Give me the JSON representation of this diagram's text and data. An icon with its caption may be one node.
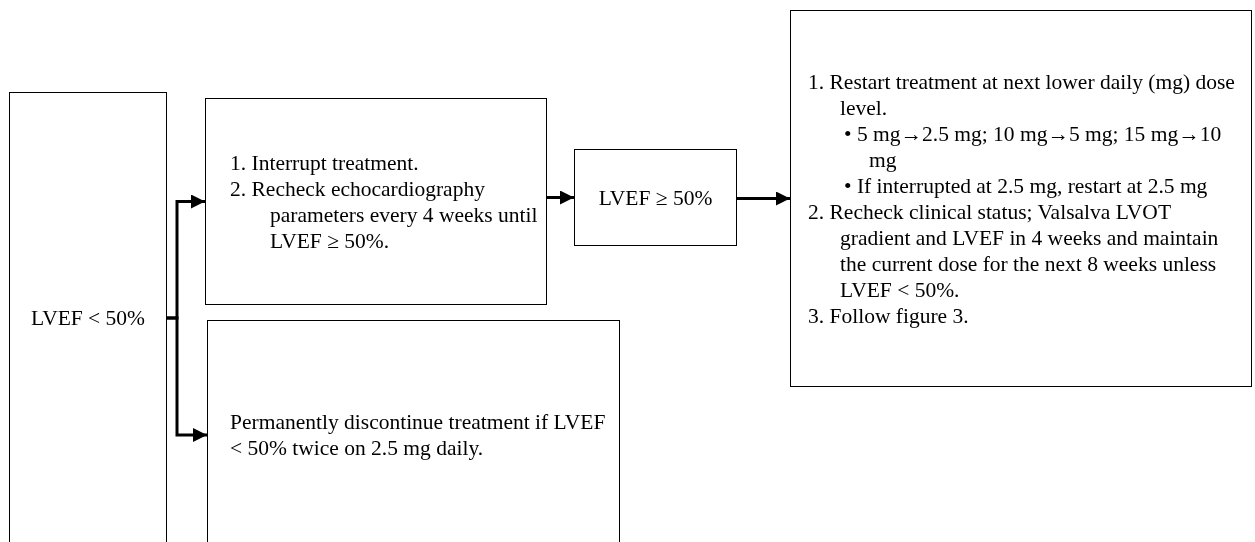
{
  "diagram": {
    "nodes": [
      {
        "text": [
          "LVEF < 50%"
        ]
      },
      {
        "text": [
          "1. Interrupt treatment.",
          "2. Recheck echocardiography parameters every 4 weeks until LVEF ≥ 50%."
        ]
      },
      {
        "text": [
          "Permanently discontinue treatment if LVEF < 50% twice on 2.5 mg daily."
        ]
      },
      {
        "text": [
          "LVEF ≥ 50%"
        ]
      },
      {
        "text": [
          "1. Restart treatment at next lower daily (mg) dose level.",
          "• 5 mg→2.5 mg; 10 mg→5 mg; 15 mg→10 mg",
          "• If interrupted at 2.5 mg, restart at 2.5 mg",
          "2. Recheck clinical status; Valsalva LVOT gradient and LVEF in 4 weeks and maintain the current dose for the next 8 weeks unless LVEF < 50%.",
          "3. Follow figure 3."
        ]
      }
    ],
    "edges": [
      {
        "from": 0,
        "to": 1,
        "arrow": "to"
      },
      {
        "from": 0,
        "to": 2,
        "arrow": "to"
      },
      {
        "from": 1,
        "to": 3,
        "arrow": "to"
      },
      {
        "from": 3,
        "to": 4,
        "arrow": "to"
      }
    ]
  }
}
